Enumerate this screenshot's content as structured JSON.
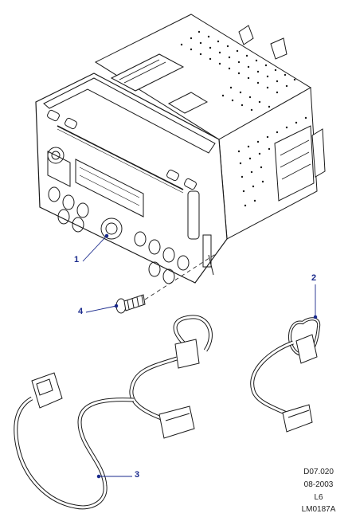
{
  "callouts": {
    "c1": "1",
    "c2": "2",
    "c3": "3",
    "c4": "4"
  },
  "reference": {
    "code": "D07.020",
    "date": "08-2003",
    "level": "L6",
    "illustration_id": "LM0187A"
  },
  "colors": {
    "callout": "#1a2a8c",
    "line": "#1a1a1a",
    "leader": "#1a2a8c"
  }
}
